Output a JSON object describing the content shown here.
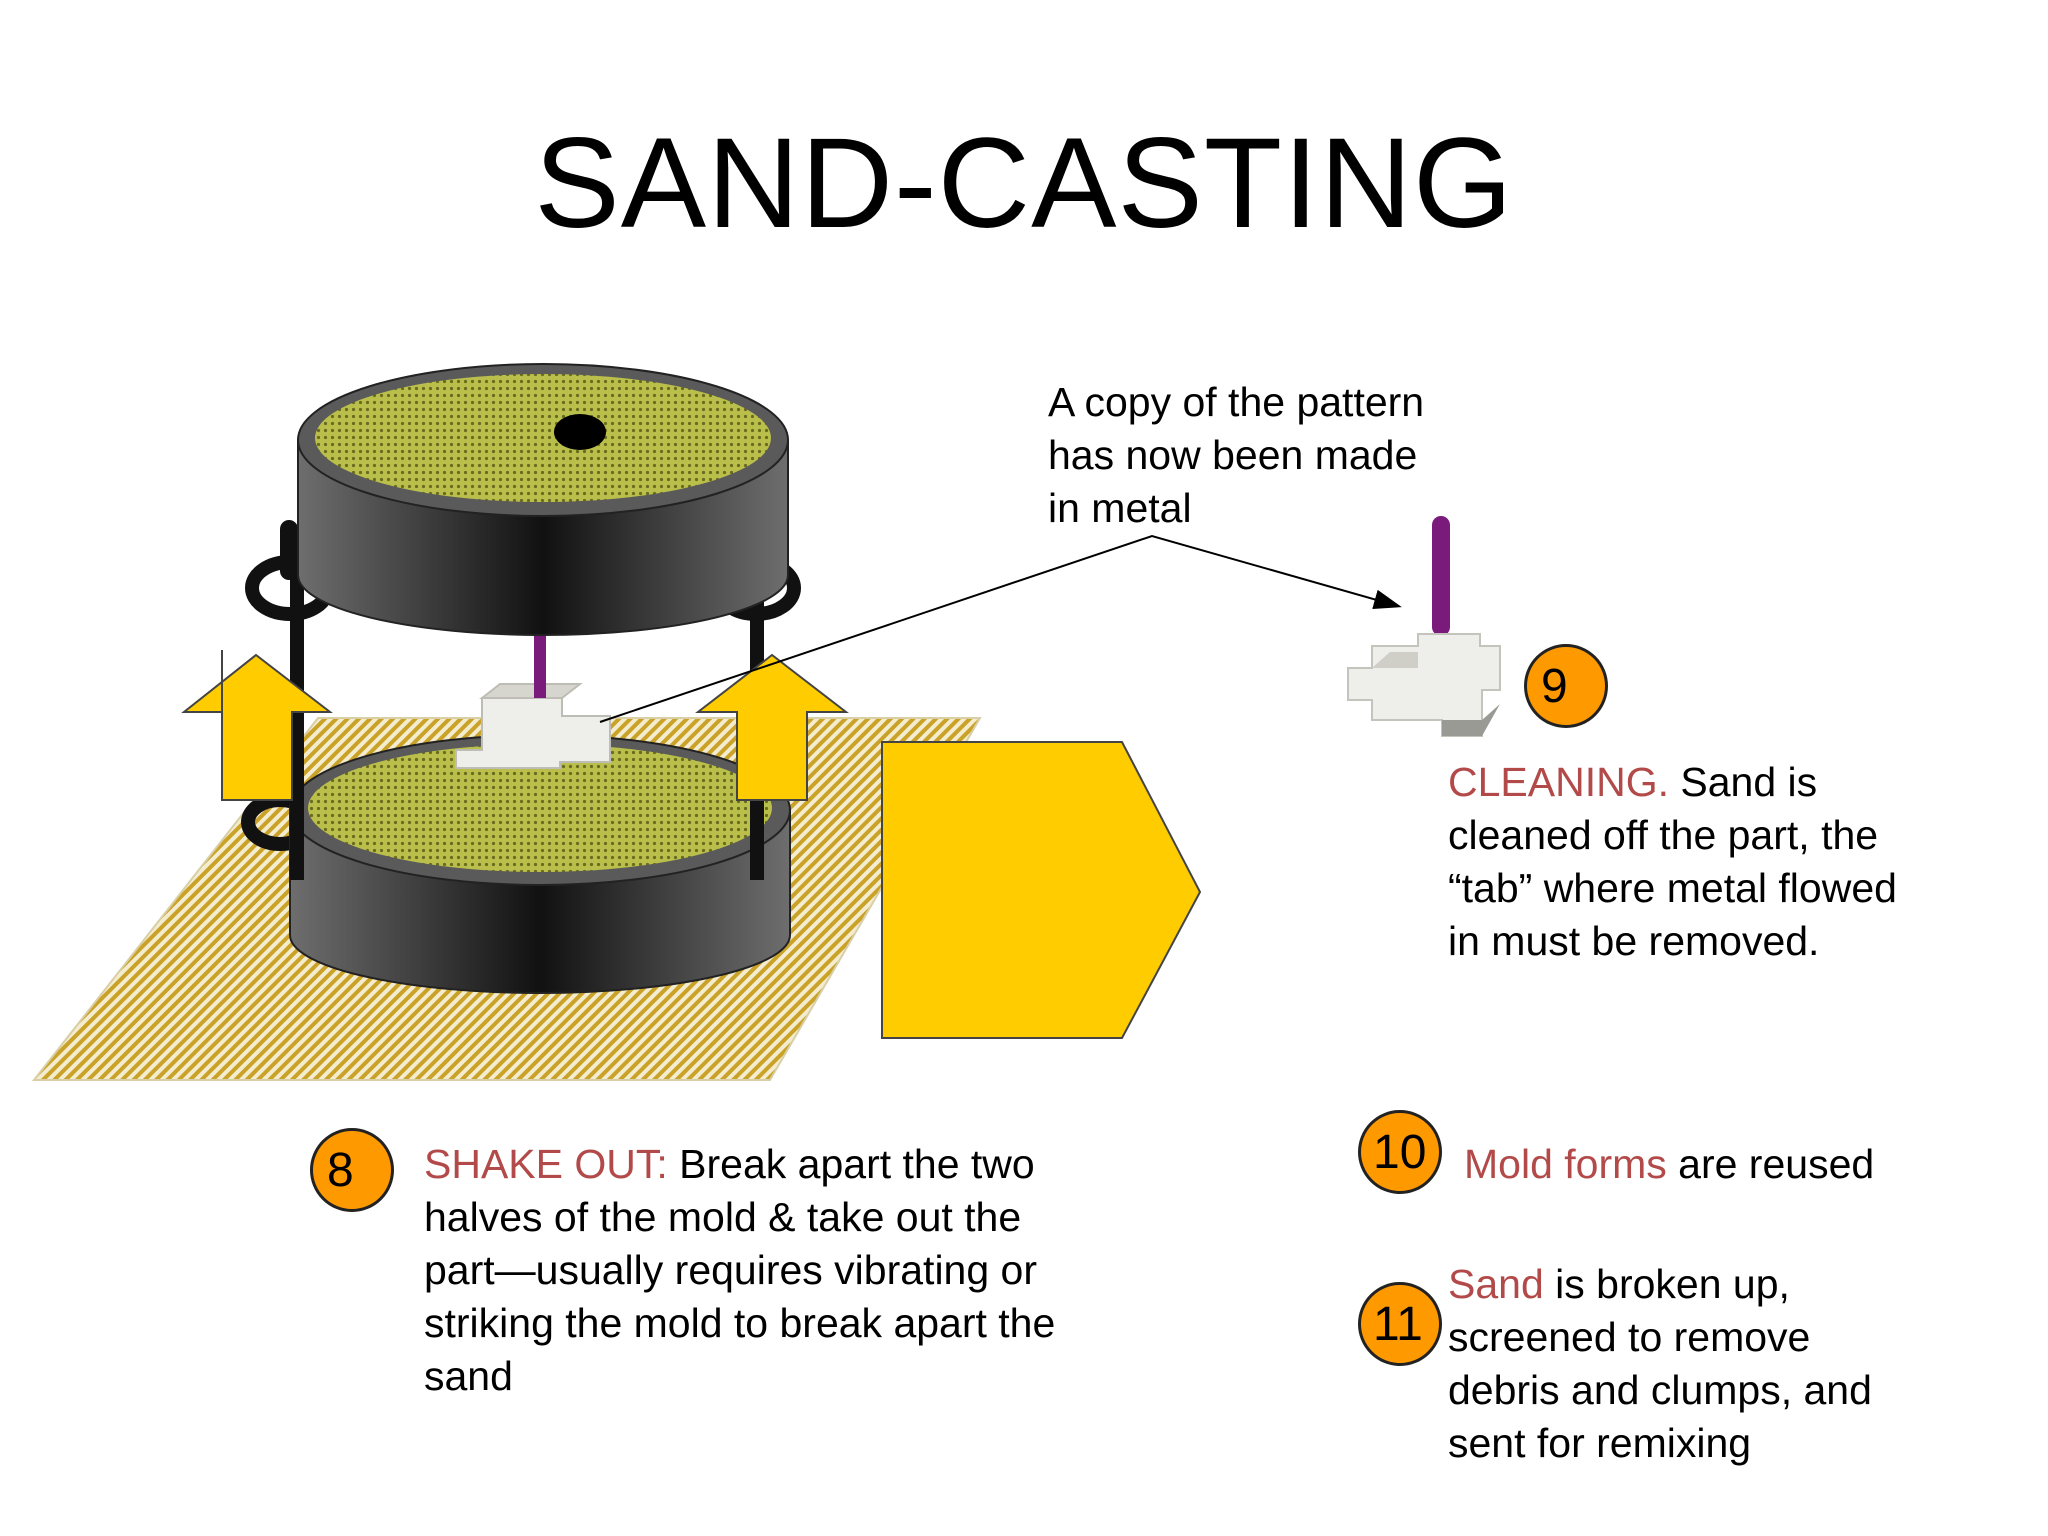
{
  "title": "SAND-CASTING",
  "callout": {
    "line1": "A copy of the pattern",
    "line2": "has now been made",
    "line3": "in metal"
  },
  "step9": {
    "number": "9",
    "label": "CLEANING.",
    "line1_rest": " Sand is",
    "line2": "cleaned off the part, the",
    "line3": "“tab” where metal flowed",
    "line4": "in must be removed."
  },
  "step8": {
    "number": "8",
    "label": "SHAKE OUT:",
    "line1_rest": " Break apart the two",
    "line2": "halves of the mold & take out the",
    "line3": "part—usually requires vibrating or",
    "line4": "striking the mold to break apart the",
    "line5": "sand"
  },
  "step10": {
    "number": "10",
    "label": "Mold forms",
    "rest": " are reused"
  },
  "step11": {
    "number": "11",
    "label": "Sand",
    "line1_rest": " is broken up,",
    "line2": "screened to remove",
    "line3": "debris and clumps, and",
    "line4": "sent for remixing"
  },
  "colors": {
    "accent": "#b34a4a",
    "badge": "#ff9900",
    "arrow_yellow": "#ffcc00",
    "flask": "#3a3a3a",
    "sand": "#9c9c2e",
    "part": "#eeeeea",
    "sprue": "#7a1a7a"
  },
  "icons": [
    "up-arrow-icon",
    "right-pentagon-arrow-icon"
  ]
}
